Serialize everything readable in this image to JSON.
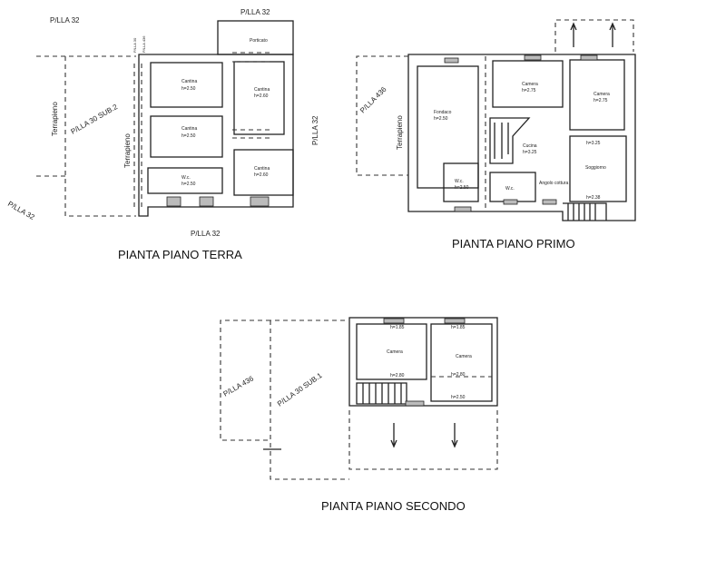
{
  "plans": {
    "ground": {
      "title": "PIANTA PIANO TERRA",
      "labels": [
        "P/LLA 32",
        "P/LLA 32",
        "P/LLA 32",
        "P/LLA 32",
        "P/LLA 32",
        "P/LLA 30 SUB.2",
        "Terrapieno",
        "Terrapieno"
      ],
      "parcel_marks": [
        "P/LLA 30",
        "P/LLA 436"
      ],
      "rooms": [
        {
          "name": "Porticato",
          "height": ""
        },
        {
          "name": "Cantina",
          "height": "h=2.50"
        },
        {
          "name": "Cantina",
          "height": "h=2.50"
        },
        {
          "name": "W.c.",
          "height": "h=2.50"
        },
        {
          "name": "Cantina",
          "height": "h=2.60"
        },
        {
          "name": "Cantina",
          "height": "h=2.60"
        }
      ]
    },
    "first": {
      "title": "PIANTA PIANO PRIMO",
      "labels": [
        "P/LLA 436",
        "Terrapieno"
      ],
      "rooms": [
        {
          "name": "Fondaco",
          "height": "h=2.50"
        },
        {
          "name": "W.c.",
          "height": "h=2.50"
        },
        {
          "name": "Camera",
          "height": "h=2.75"
        },
        {
          "name": "Camera",
          "height": "h=2.75"
        },
        {
          "name": "Cucina",
          "height": "h=3.25"
        },
        {
          "name": "W.c.",
          "height": ""
        },
        {
          "name": "Angolo cottura",
          "height": ""
        },
        {
          "name": "Soggiorno",
          "height": "h=3.25"
        }
      ],
      "extra_height": "h=2.38"
    },
    "second": {
      "title": "PIANTA PIANO SECONDO",
      "labels": [
        "P/LLA 436",
        "P/LLA 30 SUB.1"
      ],
      "rooms": [
        {
          "name": "Camera",
          "height_top": "h=1.85",
          "height_bottom": "h=2.80"
        },
        {
          "name": "Camera",
          "height_top": "h=1.85",
          "height_bottom": "h=2.80"
        }
      ],
      "extra_height": "h=2.50"
    }
  }
}
